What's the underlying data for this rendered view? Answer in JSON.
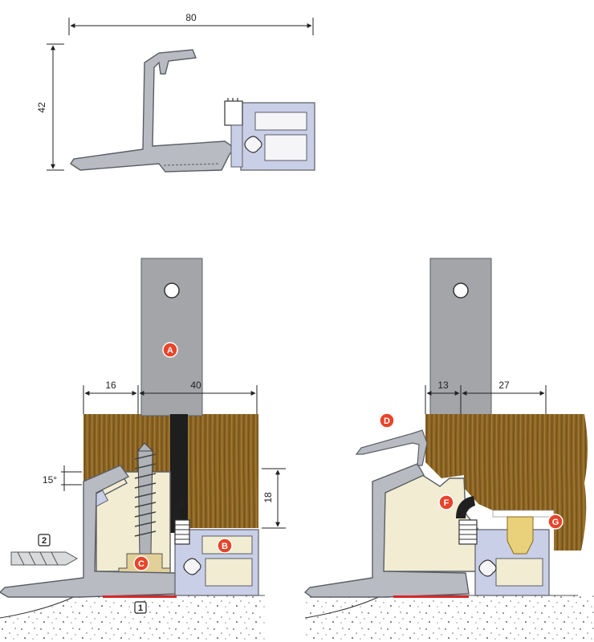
{
  "top_profile": {
    "width_dim": "80",
    "height_dim": "42"
  },
  "left_section": {
    "dim_left": "16",
    "dim_right": "40",
    "dim_angle": "15°",
    "dim_height": "18"
  },
  "right_section": {
    "dim_left": "13",
    "dim_right": "27"
  },
  "markers": {
    "a": "A",
    "b": "B",
    "c": "C",
    "d": "D",
    "f": "F",
    "g": "G"
  },
  "steps": {
    "one": "1",
    "two": "2"
  },
  "colors": {
    "profile": "#b8bcc2",
    "profile_edge": "#5a5e64",
    "pvc_fill": "#f1ecd2",
    "seal_blue": "#c9cfe6",
    "marker": "#e8442a",
    "wood": "#8a6424",
    "plate": "#a3a5a8",
    "gasket": "#202020",
    "nylon": "#e9d07a",
    "red_seal": "#d9262b"
  }
}
